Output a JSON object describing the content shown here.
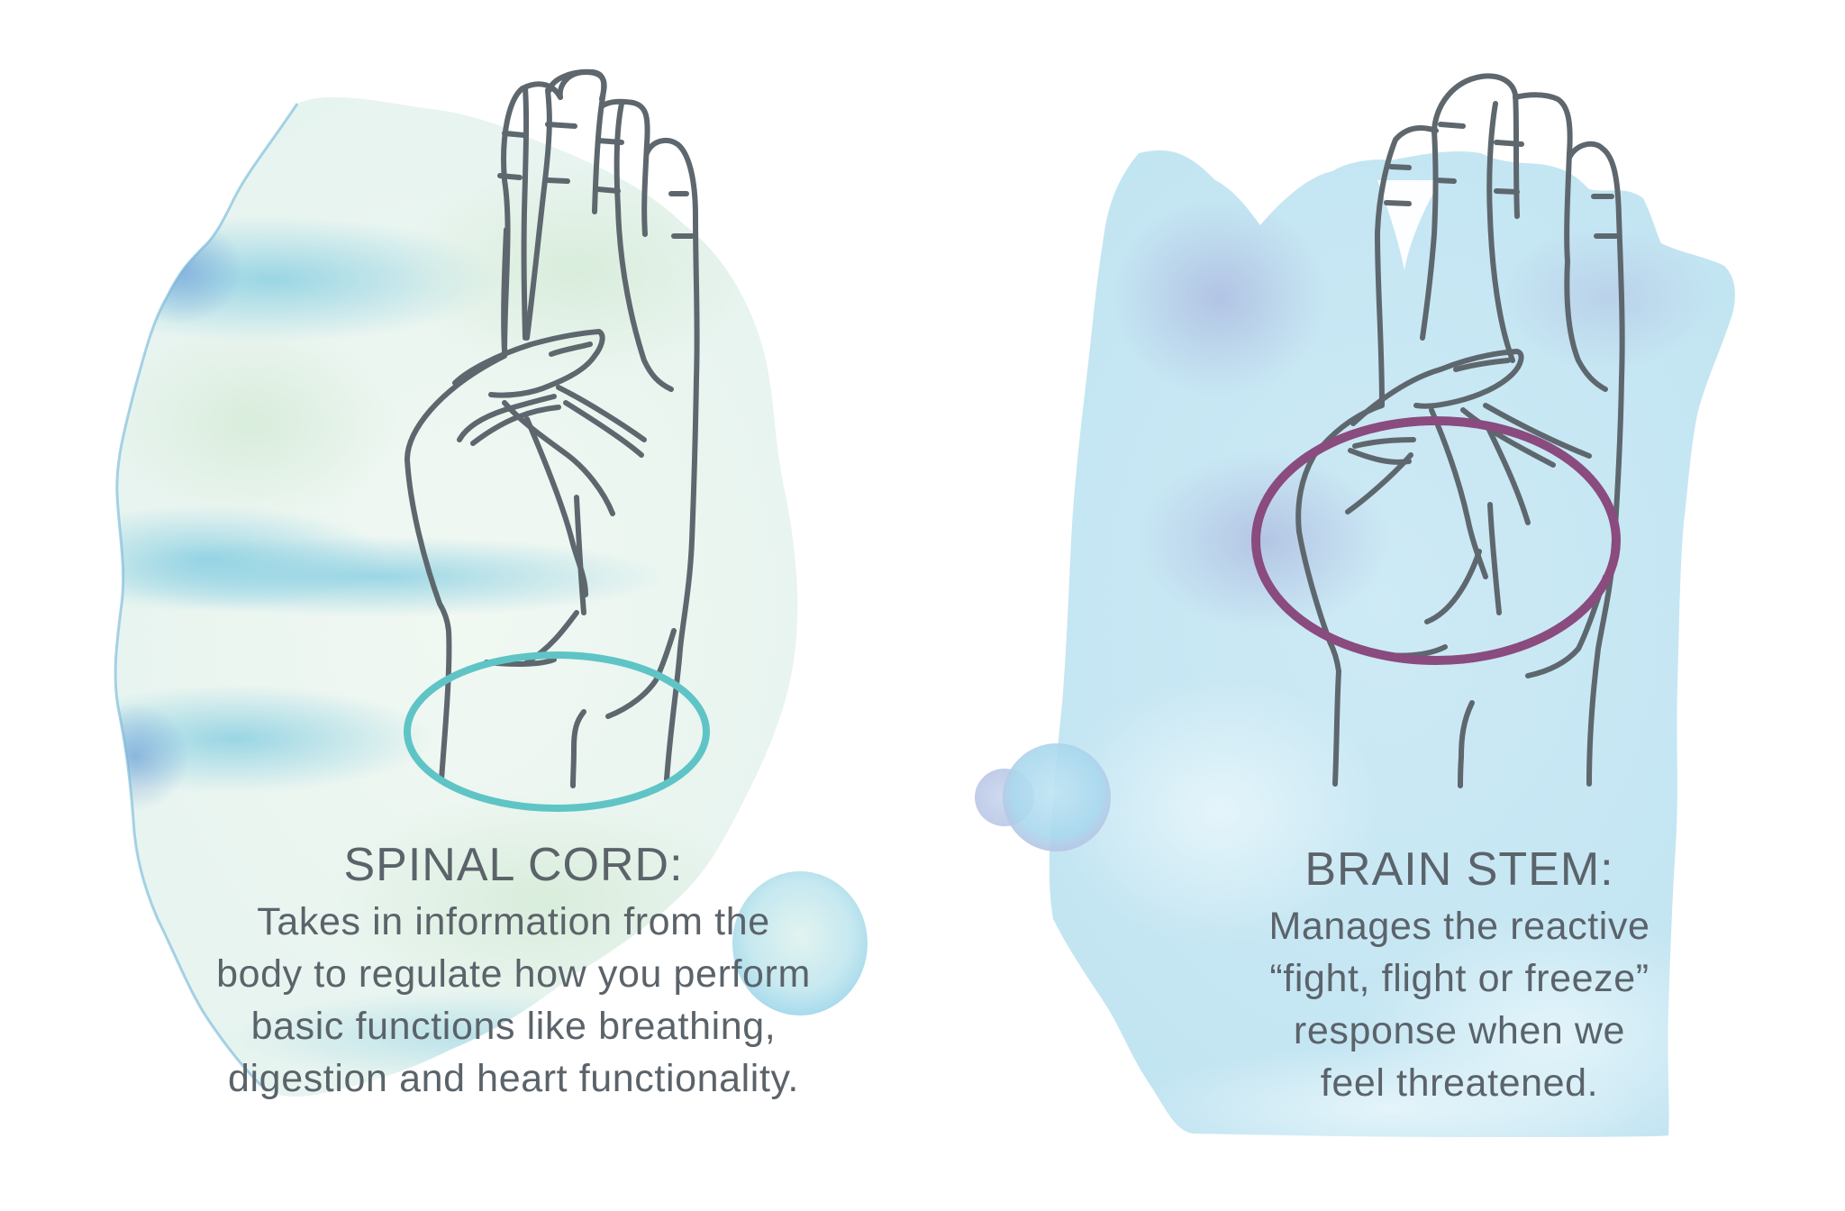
{
  "colors": {
    "text": "#5b636a",
    "hand_outline": "#5d676d",
    "spinal_cord_highlight": "#5fc4c6",
    "brain_stem_highlight": "#8a4b7e",
    "watercolor_left_primary": "#cfe9e6",
    "watercolor_left_accent": "#8ccfe0",
    "watercolor_right_primary": "#c6e7f3",
    "watercolor_right_accent": "#b9c7e6",
    "background": "#ffffff"
  },
  "panels": [
    {
      "id": "spinal-cord",
      "title": "SPINAL CORD:",
      "description_lines": [
        "Takes in information from the",
        "body to regulate how you perform",
        "basic functions like breathing,",
        "digestion and heart functionality."
      ],
      "highlight_region": "wrist",
      "illustration": "hand-with-thumb-folded"
    },
    {
      "id": "brain-stem",
      "title": "BRAIN STEM:",
      "description_lines": [
        "Manages the reactive",
        "“fight, flight or freeze”",
        "response when we",
        "feel threatened."
      ],
      "highlight_region": "palm",
      "illustration": "hand-with-thumb-folded"
    }
  ]
}
